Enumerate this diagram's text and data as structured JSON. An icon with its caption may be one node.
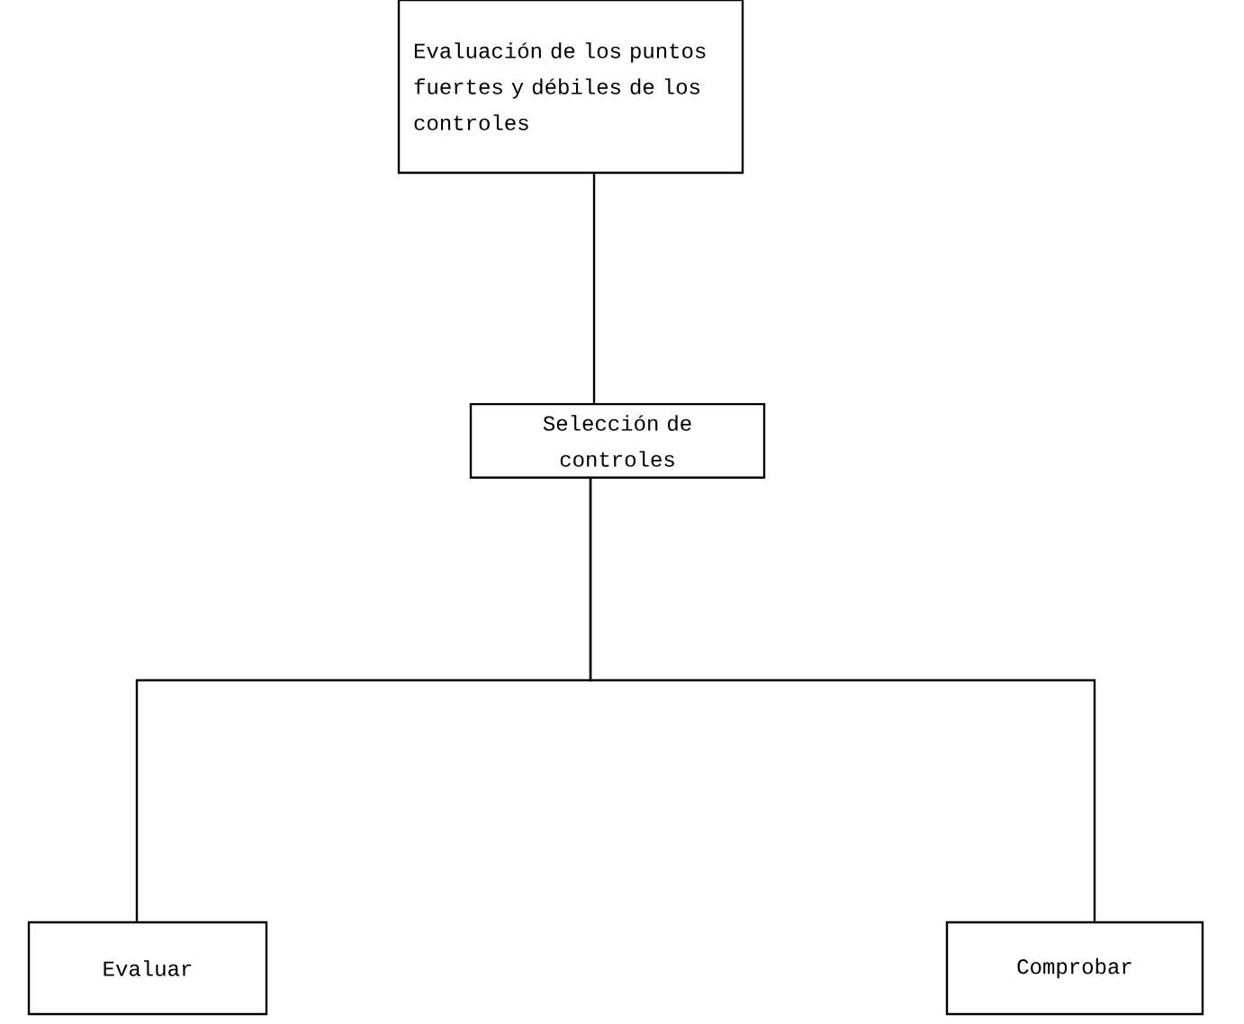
{
  "diagram": {
    "nodes": [
      {
        "text": [
          "Evaluación de los puntos fuertes y débiles de los controles"
        ]
      },
      {
        "text": [
          "Selección de controles"
        ]
      },
      {
        "text": [
          "Evaluar"
        ]
      },
      {
        "text": [
          "Comprobar"
        ]
      }
    ],
    "edges": [
      {
        "from": 0,
        "to": 1,
        "arrow": "none"
      },
      {
        "from": 1,
        "to": 2,
        "arrow": "none"
      },
      {
        "from": 1,
        "to": 3,
        "arrow": "none"
      }
    ]
  }
}
